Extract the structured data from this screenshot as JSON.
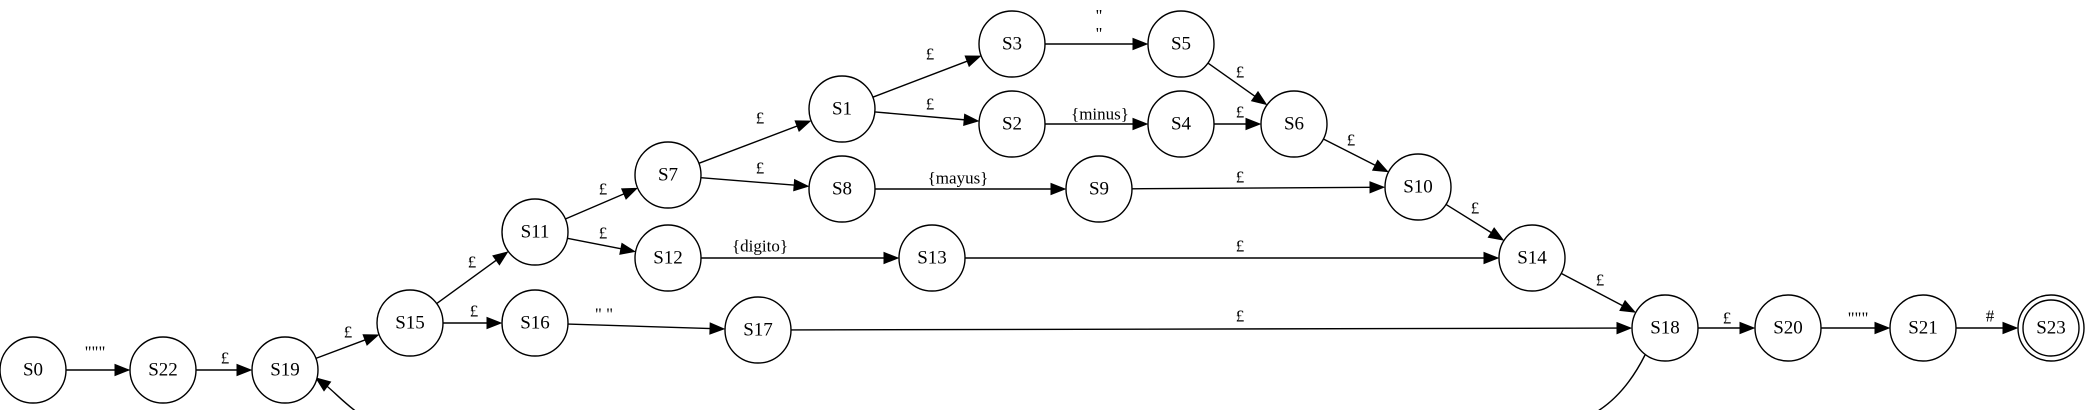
{
  "states": [
    {
      "id": "S0",
      "label": "S0"
    },
    {
      "id": "S22",
      "label": "S22"
    },
    {
      "id": "S19",
      "label": "S19"
    },
    {
      "id": "S15",
      "label": "S15"
    },
    {
      "id": "S11",
      "label": "S11"
    },
    {
      "id": "S16",
      "label": "S16"
    },
    {
      "id": "S7",
      "label": "S7"
    },
    {
      "id": "S12",
      "label": "S12"
    },
    {
      "id": "S1",
      "label": "S1"
    },
    {
      "id": "S8",
      "label": "S8"
    },
    {
      "id": "S3",
      "label": "S3"
    },
    {
      "id": "S2",
      "label": "S2"
    },
    {
      "id": "S5",
      "label": "S5"
    },
    {
      "id": "S4",
      "label": "S4"
    },
    {
      "id": "S6",
      "label": "S6"
    },
    {
      "id": "S9",
      "label": "S9"
    },
    {
      "id": "S10",
      "label": "S10"
    },
    {
      "id": "S13",
      "label": "S13"
    },
    {
      "id": "S14",
      "label": "S14"
    },
    {
      "id": "S17",
      "label": "S17"
    },
    {
      "id": "S18",
      "label": "S18"
    },
    {
      "id": "S20",
      "label": "S20"
    },
    {
      "id": "S21",
      "label": "S21"
    },
    {
      "id": "S23",
      "label": "S23",
      "accepting": true
    }
  ],
  "transitions": [
    {
      "from": "S0",
      "to": "S22",
      "label": "\"\"\""
    },
    {
      "from": "S22",
      "to": "S19",
      "label": "£"
    },
    {
      "from": "S19",
      "to": "S15",
      "label": "£"
    },
    {
      "from": "S15",
      "to": "S11",
      "label": "£"
    },
    {
      "from": "S15",
      "to": "S16",
      "label": "£"
    },
    {
      "from": "S11",
      "to": "S7",
      "label": "£"
    },
    {
      "from": "S11",
      "to": "S12",
      "label": "£"
    },
    {
      "from": "S7",
      "to": "S1",
      "label": "£"
    },
    {
      "from": "S7",
      "to": "S8",
      "label": "£"
    },
    {
      "from": "S1",
      "to": "S3",
      "label": "£"
    },
    {
      "from": "S1",
      "to": "S2",
      "label": "£"
    },
    {
      "from": "S3",
      "to": "S5",
      "label": "\"\n\""
    },
    {
      "from": "S2",
      "to": "S4",
      "label": "{minus}"
    },
    {
      "from": "S5",
      "to": "S6",
      "label": "£"
    },
    {
      "from": "S4",
      "to": "S6",
      "label": "£"
    },
    {
      "from": "S6",
      "to": "S10",
      "label": "£"
    },
    {
      "from": "S8",
      "to": "S9",
      "label": "{mayus}"
    },
    {
      "from": "S9",
      "to": "S10",
      "label": "£"
    },
    {
      "from": "S10",
      "to": "S14",
      "label": "£"
    },
    {
      "from": "S12",
      "to": "S13",
      "label": "{digito}"
    },
    {
      "from": "S13",
      "to": "S14",
      "label": "£"
    },
    {
      "from": "S14",
      "to": "S18",
      "label": "£"
    },
    {
      "from": "S16",
      "to": "S17",
      "label": "\" \""
    },
    {
      "from": "S17",
      "to": "S18",
      "label": "£"
    },
    {
      "from": "S18",
      "to": "S20",
      "label": "£"
    },
    {
      "from": "S20",
      "to": "S21",
      "label": "\"\"\""
    },
    {
      "from": "S21",
      "to": "S23",
      "label": "#"
    },
    {
      "from": "S18",
      "to": "S19",
      "label": "£"
    }
  ]
}
